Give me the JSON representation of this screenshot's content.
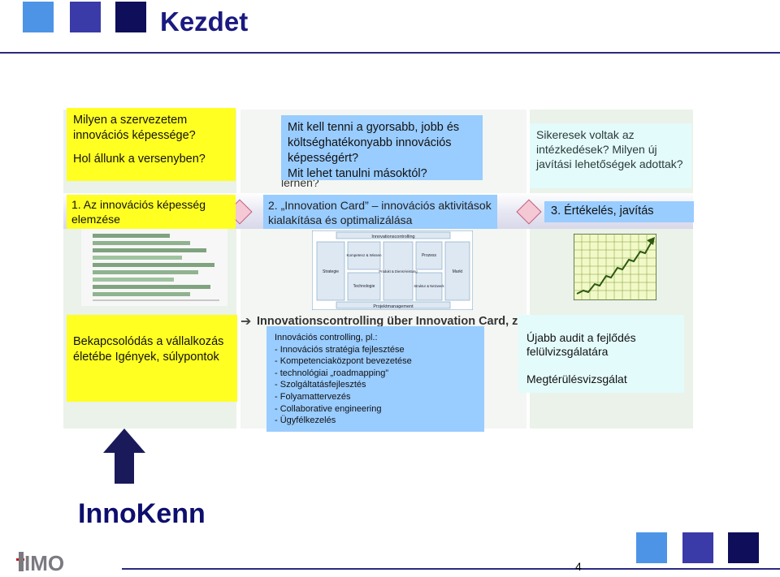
{
  "slide": {
    "title": "Kezdet",
    "footer_brand": "InnoKenn",
    "page_number": "4",
    "logo_text": "IMO"
  },
  "colors": {
    "title": "#1a1a80",
    "yellow_box": "#ffff22",
    "blue_box": "#99ccff",
    "light_cyan_box": "#e4fbfb",
    "square_light": "#4d94e6",
    "square_mid": "#3a3aa8",
    "square_dark": "#0e0e5a",
    "arrow": "#1a1a5a"
  },
  "top_boxes": {
    "left_line1": "Milyen a szervezetem innovációs képessége?",
    "left_line2": "Hol állunk a versenyben?",
    "middle_items": [
      "Mit kell tenni a gyorsabb, jobb és költséghatékonyabb innovációs képességért?",
      "Mit lehet tanulni másoktól?"
    ],
    "right_text": "Sikeresek voltak az intézkedések? Milyen új javítási lehetőségek adottak?"
  },
  "steps": {
    "step1": "1. Az innovációs képesség elemzése",
    "step2": "2. „Innovation Card” – innovációs aktivitások kialakítása és optimalizálása",
    "step3": "3. Értékelés, javítás"
  },
  "diagram": {
    "top_label": "Innovationscontrolling",
    "bottom_label": "Projektmanagement",
    "blocks": [
      "Strategie",
      "Kompetenz & Wissen",
      "Technologie",
      "Produkt & Dienst-leistung",
      "Prozess",
      "Struktur & Netzwerk",
      "Markt"
    ],
    "caption": "Innovationscontrolling über Innovation Card, z.B.",
    "behind_text": "lernen?"
  },
  "bottom_boxes": {
    "left_text": "Bekapcsolódás a vállalkozás életébe Igények, súlypontok",
    "middle_title": "Innovációs controlling, pl.:",
    "middle_items": [
      "Innovációs stratégia fejlesztése",
      "Kompetenciaközpont bevezetése",
      "technológiai „roadmapping”",
      "Szolgáltatásfejlesztés",
      "Folyamattervezés",
      "Collaborative engineering",
      "Ügyfélkezelés"
    ],
    "right_line1": "Újabb audit a fejlődés felülvizsgálatára",
    "right_line2": "Megtérülésvizsgálat"
  }
}
